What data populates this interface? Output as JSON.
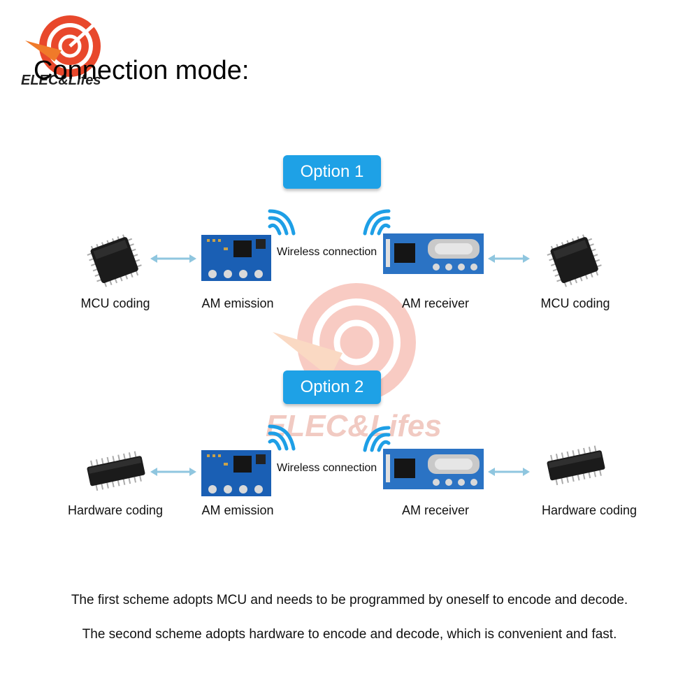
{
  "brand": {
    "logo_text": "ELEC&Lifes",
    "watermark_text": "ELEC&Lifes"
  },
  "heading": "Connection mode:",
  "options": [
    {
      "badge": "Option 1",
      "left_chip_label": "MCU coding",
      "tx_label": "AM emission",
      "wireless_label": "Wireless connection",
      "rx_label": "AM receiver",
      "right_chip_label": "MCU coding"
    },
    {
      "badge": "Option 2",
      "left_chip_label": "Hardware coding",
      "tx_label": "AM emission",
      "wireless_label": "Wireless connection",
      "rx_label": "AM receiver",
      "right_chip_label": "Hardware coding"
    }
  ],
  "captions": [
    "The first scheme adopts MCU and needs to be programmed by oneself to encode and decode.",
    "The second scheme adopts hardware to encode and decode, which is convenient and fast."
  ],
  "colors": {
    "badge": "#1ea1e6",
    "arrow": "#8fc6df",
    "pcb": "#1a5fb4",
    "signal": "#1e9fe6",
    "logo": "#e8482c"
  }
}
